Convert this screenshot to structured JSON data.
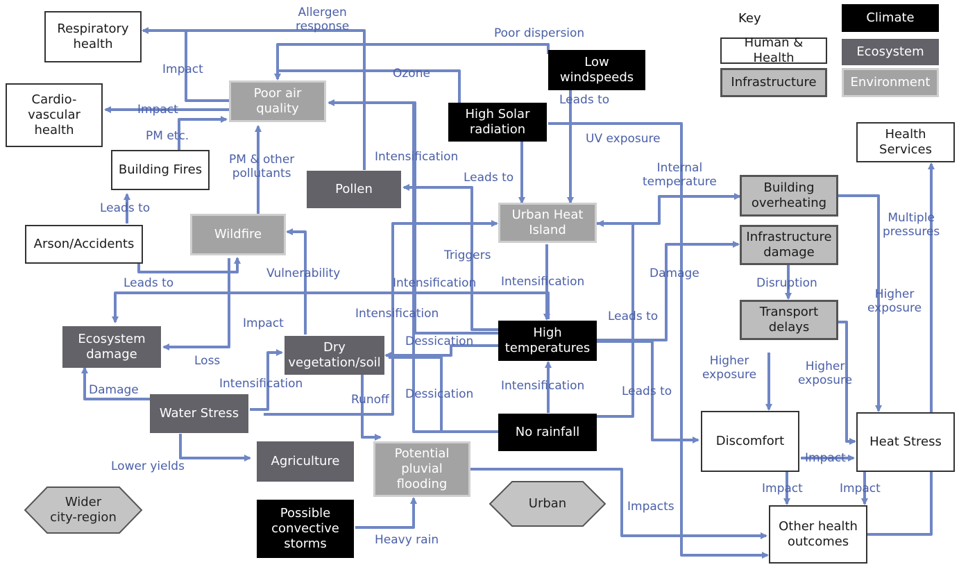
{
  "colors": {
    "arrow": "#6f86c4",
    "label": "#4a5fa8",
    "human_fill": "#ffffff",
    "infrastructure_fill": "#bdbdbd",
    "environment_fill": "#a3a3a3",
    "ecosystem_fill": "#626268",
    "climate_fill": "#000000"
  },
  "key": {
    "title": "Key",
    "climate": "Climate",
    "human_health": "Human & Health",
    "ecosystem": "Ecosystem",
    "infrastructure": "Infrastructure",
    "environment": "Environment"
  },
  "nodes": {
    "respiratory_health": "Respiratory\nhealth",
    "cardio_health": "Cardio-\nvascular\nhealth",
    "building_fires": "Building Fires",
    "arson": "Arson/Accidents",
    "poor_air": "Poor air\nquality",
    "wildfire": "Wildfire",
    "pollen": "Pollen",
    "low_wind": "Low\nwindspeeds",
    "high_solar": "High Solar\nradiation",
    "uhi": "Urban Heat\nIsland",
    "ecosystem_damage": "Ecosystem\ndamage",
    "dry_veg": "Dry\nvegetation/soil",
    "high_temp": "High\ntemperatures",
    "water_stress": "Water Stress",
    "agriculture": "Agriculture",
    "no_rainfall": "No rainfall",
    "pluvial": "Potential\npluvial\nflooding",
    "storms": "Possible\nconvective\nstorms",
    "building_overheating": "Building\noverheating",
    "infra_damage": "Infrastructure\ndamage",
    "transport": "Transport\ndelays",
    "health_services": "Health\nServices",
    "discomfort": "Discomfort",
    "heat_stress": "Heat Stress",
    "other_outcomes": "Other health\noutcomes",
    "wider_city": "Wider\ncity-region",
    "urban": "Urban"
  },
  "links": [
    {
      "label": "Allergen\nresponse"
    },
    {
      "label": "Poor dispersion"
    },
    {
      "label": "Impact"
    },
    {
      "label": "Ozone"
    },
    {
      "label": "Leads to"
    },
    {
      "label": "Impact"
    },
    {
      "label": "PM etc."
    },
    {
      "label": "UV exposure"
    },
    {
      "label": "Intensification"
    },
    {
      "label": "PM & other\npollutants"
    },
    {
      "label": "Leads to"
    },
    {
      "label": "Internal\ntemperature"
    },
    {
      "label": "Leads to"
    },
    {
      "label": "Multiple\npressures"
    },
    {
      "label": "Triggers"
    },
    {
      "label": "Vulnerability"
    },
    {
      "label": "Damage"
    },
    {
      "label": "Leads to"
    },
    {
      "label": "Intensification"
    },
    {
      "label": "Intensification"
    },
    {
      "label": "Disruption"
    },
    {
      "label": "Higher\nexposure"
    },
    {
      "label": "Intensification"
    },
    {
      "label": "Impact"
    },
    {
      "label": "Leads to"
    },
    {
      "label": "Dessication"
    },
    {
      "label": "Loss"
    },
    {
      "label": "Higher\nexposure"
    },
    {
      "label": "Higher\nexposure"
    },
    {
      "label": "Intensification"
    },
    {
      "label": "Intensification"
    },
    {
      "label": "Damage"
    },
    {
      "label": "Runoff"
    },
    {
      "label": "Dessication"
    },
    {
      "label": "Leads to"
    },
    {
      "label": "Impact"
    },
    {
      "label": "Lower yields"
    },
    {
      "label": "Impact"
    },
    {
      "label": "Impact"
    },
    {
      "label": "Impacts"
    },
    {
      "label": "Heavy rain"
    }
  ]
}
